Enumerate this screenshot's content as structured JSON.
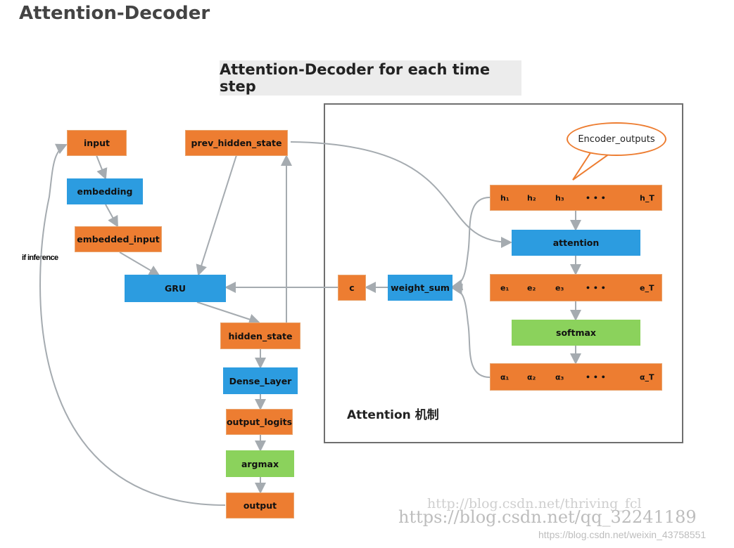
{
  "title": "Attention-Decoder",
  "subtitle": "Attention-Decoder for each time step",
  "nodes": {
    "input": "input",
    "embedding": "embedding",
    "embedded_input": "embedded_input",
    "prev_hidden_state": "prev_hidden_state",
    "gru": "GRU",
    "hidden_state": "hidden_state",
    "dense_layer": "Dense_Layer",
    "output_logits": "output_logits",
    "argmax": "argmax",
    "output": "output",
    "c": "c",
    "weight_sum": "weight_sum",
    "attention": "attention",
    "softmax": "softmax"
  },
  "sequences": {
    "h": [
      "h₁",
      "h₂",
      "h₃",
      "• • •",
      "h_T"
    ],
    "e": [
      "e₁",
      "e₂",
      "e₃",
      "• • •",
      "e_T"
    ],
    "alpha": [
      "α₁",
      "α₂",
      "α₃",
      "• • •",
      "α_T"
    ]
  },
  "callout": "Encoder_outputs",
  "side_label": "if inference",
  "frame_label": "Attention 机制",
  "watermarks": {
    "line1": "http://blog.csdn.net/thriving_fcl",
    "line2": "https://blog.csdn.net/qq_32241189",
    "line3": "https://blog.csdn.net/weixin_43758551"
  },
  "colors": {
    "orange": "#ed7d31",
    "blue": "#2c9ce0",
    "green": "#8bd25c",
    "edge": "#a5abb0"
  }
}
